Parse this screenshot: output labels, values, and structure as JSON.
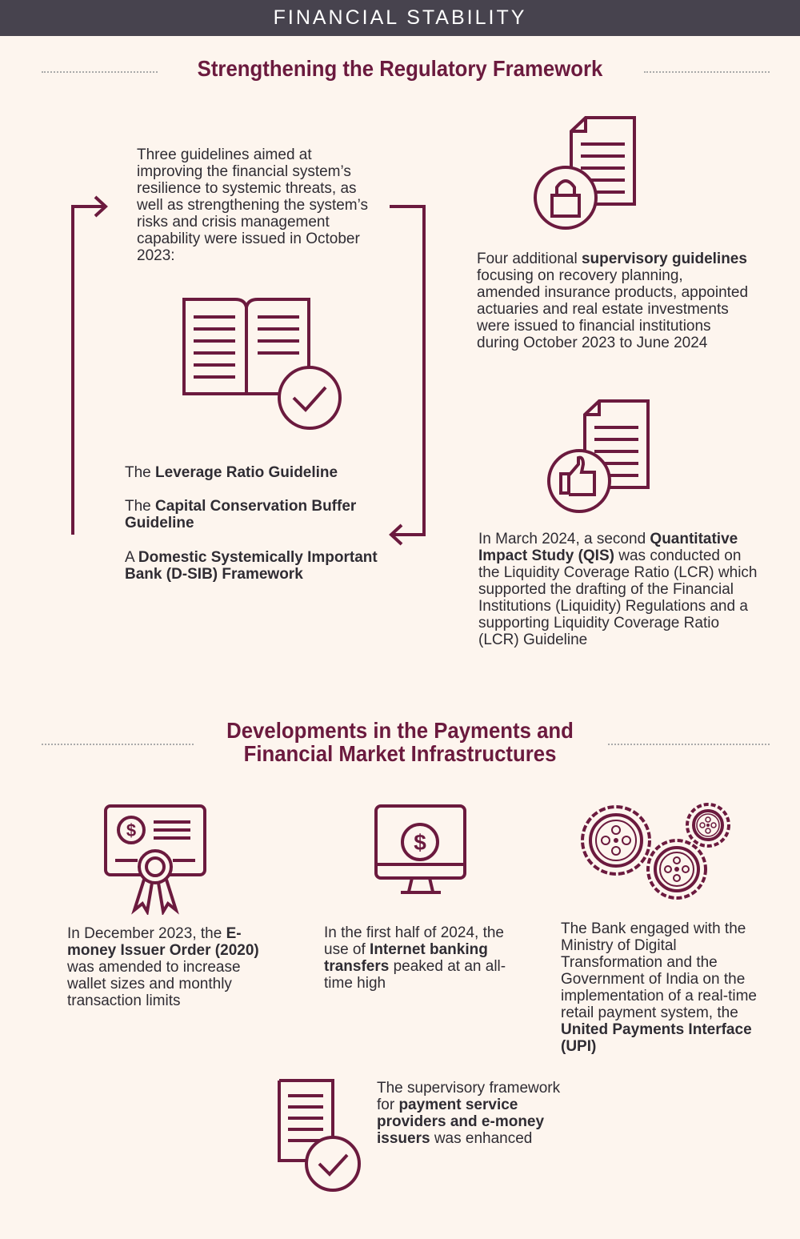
{
  "header": {
    "title": "FINANCIAL STABILITY"
  },
  "section1": {
    "heading": "Strengthening the Regulatory Framework",
    "intro": "Three guidelines aimed at improving the financial system’s resilience to systemic threats, as well as strengthening the system’s risks and crisis management capability were issued in October 2023:",
    "items": [
      {
        "pre": "The ",
        "bold": "Leverage Ratio Guideline",
        "post": ""
      },
      {
        "pre": "The ",
        "bold": "Capital Conservation Buffer Guideline",
        "post": ""
      },
      {
        "pre": "A ",
        "bold": "Domestic Systemically Important Bank (D-SIB) Framework",
        "post": ""
      }
    ],
    "supervisory": {
      "pre": "Four additional ",
      "bold": "supervisory guidelines",
      "post": " focusing on recovery planning, amended insurance products, appointed actuaries and real estate investments were issued to financial institutions during October 2023 to June 2024"
    },
    "qis": {
      "pre": "In March 2024, a second ",
      "bold": "Quantitative Impact Study (QIS)",
      "post": " was conducted on the Liquidity Coverage Ratio (LCR) which supported the drafting of the Financial Institutions (Liquidity) Regulations and a supporting Liquidity Coverage Ratio (LCR) Guideline"
    }
  },
  "section2": {
    "heading_line1": "Developments in the Payments and",
    "heading_line2": "Financial Market Infrastructures",
    "emoney": {
      "pre": "In December 2023, the ",
      "bold": "E-money Issuer Order (2020)",
      "post": " was amended to increase wallet sizes and monthly transaction limits"
    },
    "internet": {
      "pre": "In the first half of 2024, the use of ",
      "bold": "Internet banking transfers",
      "post": " peaked at an all-time high"
    },
    "upi": {
      "pre": "The Bank engaged with the Ministry of Digital Transformation and the Government of India on the implementation of a real-time retail payment system, the ",
      "bold": "United Payments Interface (UPI)",
      "post": ""
    },
    "psp": {
      "pre": "The supervisory framework for ",
      "bold": "payment service providers and e-money issuers",
      "post": " was enhanced"
    }
  },
  "colors": {
    "accent": "#6b1a3e",
    "header_bg": "#47434e",
    "background": "#fdf5ee"
  }
}
